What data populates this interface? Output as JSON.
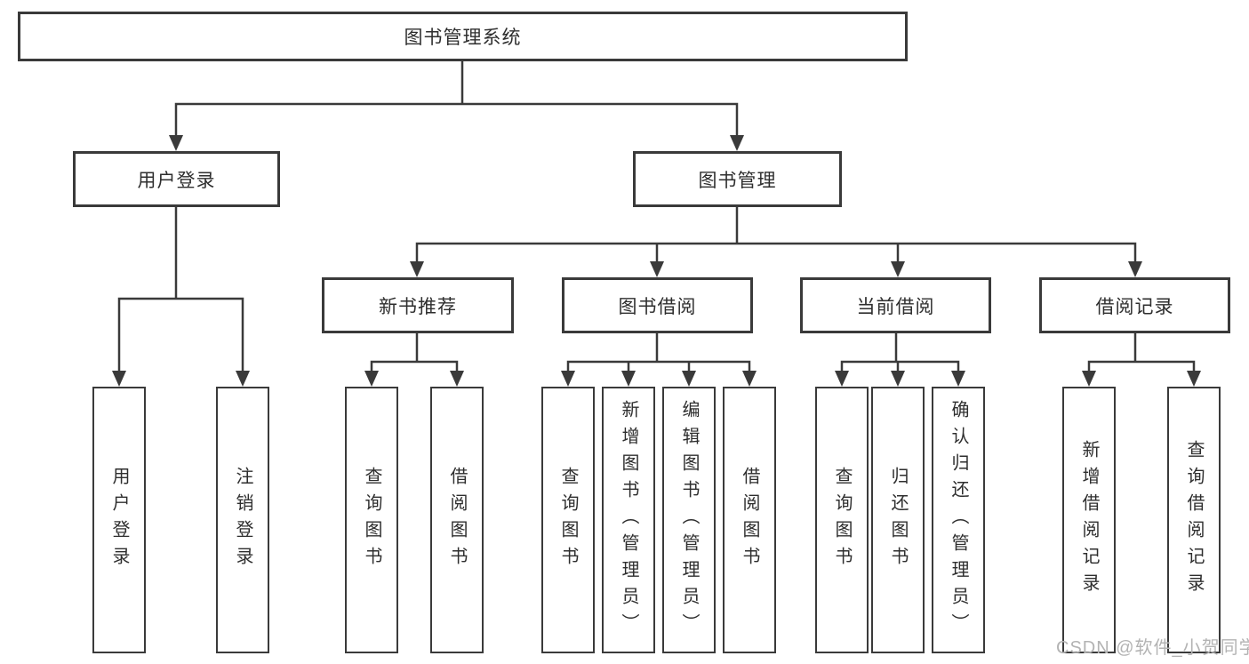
{
  "diagram": {
    "type": "hierarchy-tree",
    "orientation": "top-down",
    "colors": {
      "line": "#3a3a3a",
      "box_border": "#3a3a3a",
      "box_fill": "#ffffff",
      "text": "#2e2e2e",
      "watermark_text": "#b3b3b3",
      "background": "#ffffff"
    }
  },
  "tree": {
    "label": "图书管理系统",
    "children": [
      {
        "label": "用户登录",
        "children": [
          {
            "label": "用户登录"
          },
          {
            "label": "注销登录"
          }
        ]
      },
      {
        "label": "图书管理",
        "children": [
          {
            "label": "新书推荐",
            "children": [
              {
                "label": "查询图书"
              },
              {
                "label": "借阅图书"
              }
            ]
          },
          {
            "label": "图书借阅",
            "children": [
              {
                "label": "查询图书"
              },
              {
                "label": "新增图书（管理员）"
              },
              {
                "label": "编辑图书（管理员）"
              },
              {
                "label": "借阅图书"
              }
            ]
          },
          {
            "label": "当前借阅",
            "children": [
              {
                "label": "查询图书"
              },
              {
                "label": "归还图书"
              },
              {
                "label": "确认归还（管理员）"
              }
            ]
          },
          {
            "label": "借阅记录",
            "children": [
              {
                "label": "新增借阅记录"
              },
              {
                "label": "查询借阅记录"
              }
            ]
          }
        ]
      }
    ]
  },
  "watermark": "CSDN @软件_小贺同学"
}
